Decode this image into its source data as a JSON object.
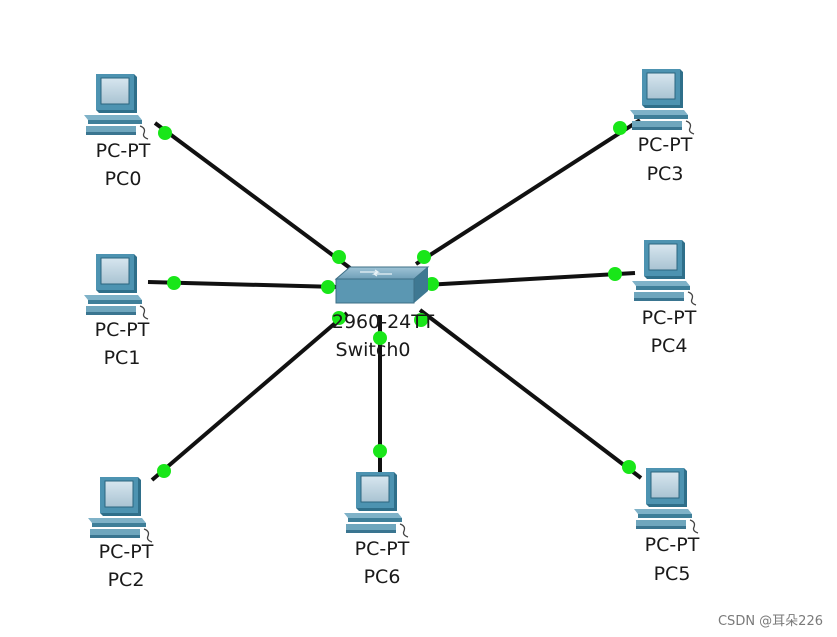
{
  "switch": {
    "model": "2960-24TT",
    "name": "Switch0"
  },
  "pcs": [
    {
      "type": "PC-PT",
      "name": "PC0"
    },
    {
      "type": "PC-PT",
      "name": "PC1"
    },
    {
      "type": "PC-PT",
      "name": "PC2"
    },
    {
      "type": "PC-PT",
      "name": "PC3"
    },
    {
      "type": "PC-PT",
      "name": "PC4"
    },
    {
      "type": "PC-PT",
      "name": "PC5"
    },
    {
      "type": "PC-PT",
      "name": "PC6"
    }
  ],
  "link_status_color": "#19e619",
  "watermark": "CSDN @耳朵226"
}
